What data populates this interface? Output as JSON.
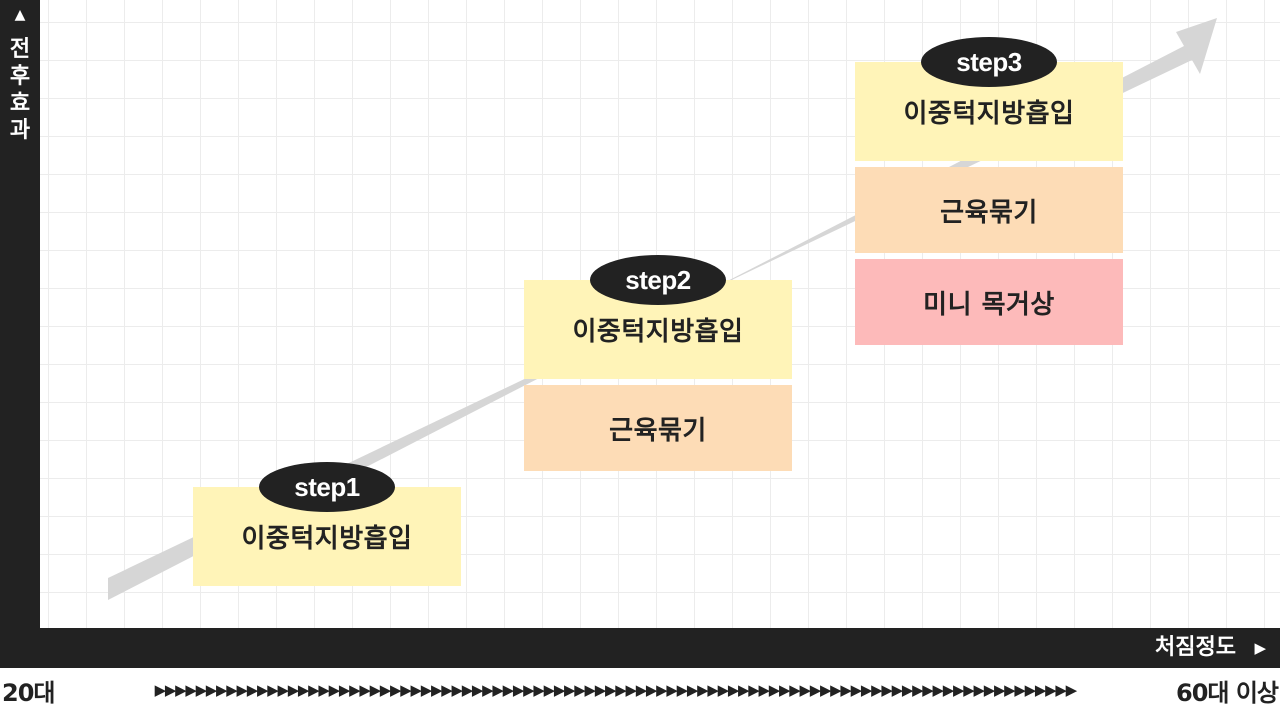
{
  "axes": {
    "y_label": "전후효과",
    "y_arrow": "▲",
    "x_label": "처짐정도",
    "x_arrow": "▶"
  },
  "scale": {
    "start": "20대",
    "end": "60대 이상",
    "arrow_glyph": "▶"
  },
  "colors": {
    "axis_bar": "#222222",
    "trend_arrow": "#d6d6d6",
    "box_yellow": "#fff4b8",
    "box_peach": "#fddcb6",
    "box_pink": "#fdbaba"
  },
  "steps": [
    {
      "badge": "step1",
      "boxes": [
        {
          "label": "이중턱지방흡입",
          "color": "box_yellow"
        }
      ]
    },
    {
      "badge": "step2",
      "boxes": [
        {
          "label": "이중턱지방흡입",
          "color": "box_yellow"
        },
        {
          "label": "근육묶기",
          "color": "box_peach"
        }
      ]
    },
    {
      "badge": "step3",
      "boxes": [
        {
          "label": "이중턱지방흡입",
          "color": "box_yellow"
        },
        {
          "label": "근육묶기",
          "color": "box_peach"
        },
        {
          "label": "미니 목거상",
          "color": "box_pink"
        }
      ]
    }
  ]
}
